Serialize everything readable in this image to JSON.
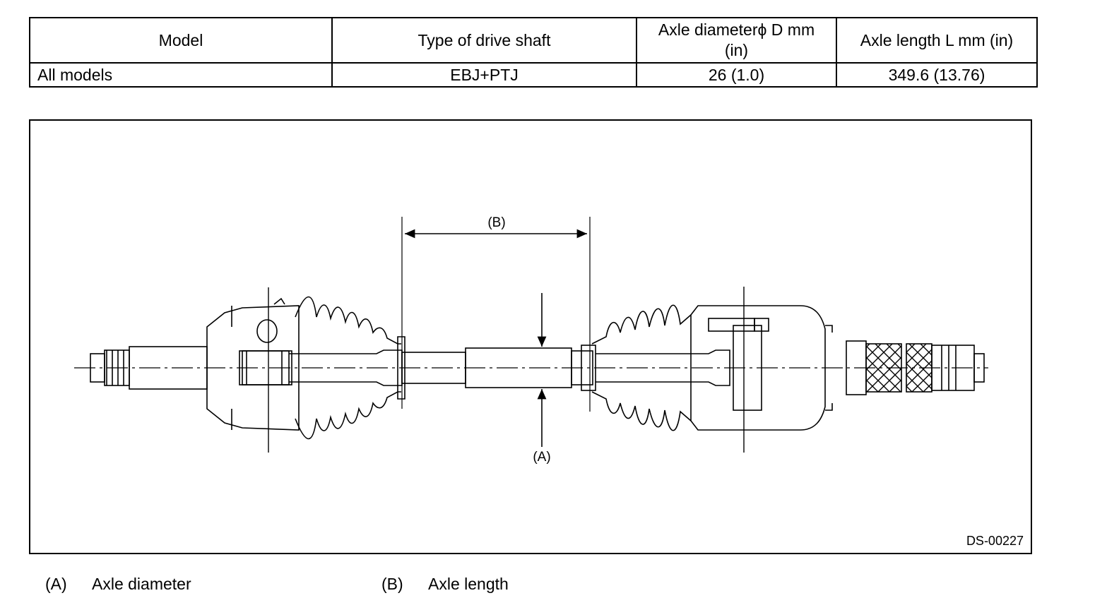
{
  "spec_table": {
    "headers": {
      "model": "Model",
      "type": "Type of drive shaft",
      "diameter_line1": "Axle diameterϕ D mm",
      "diameter_line2": "(in)",
      "length": "Axle length L mm (in)"
    },
    "row": {
      "model": "All models",
      "type": "EBJ+PTJ",
      "diameter": "26 (1.0)",
      "length": "349.6 (13.76)"
    }
  },
  "figure": {
    "label_b": "(B)",
    "label_a": "(A)",
    "figure_id": "DS-00227"
  },
  "legend": [
    {
      "key": "(A)",
      "text": "Axle diameter"
    },
    {
      "key": "(B)",
      "text": "Axle length"
    }
  ]
}
